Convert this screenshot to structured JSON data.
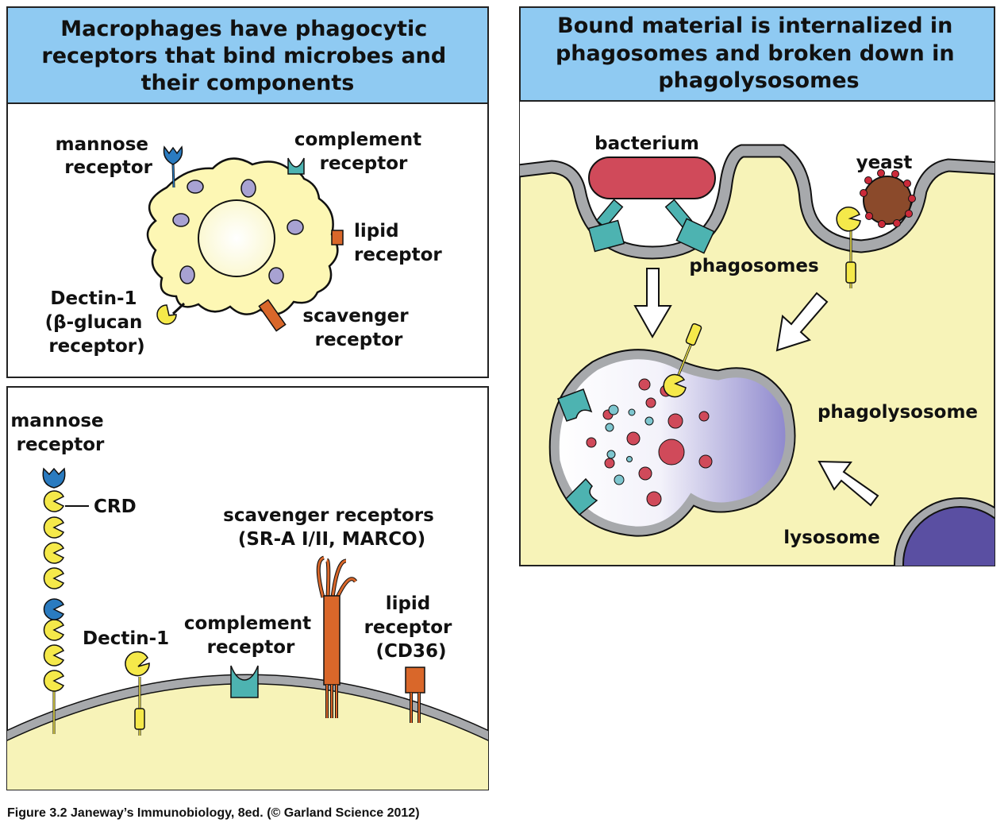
{
  "panel_a": {
    "title_lines": [
      "Macrophages have phagocytic",
      "receptors that bind microbes and",
      "their components"
    ],
    "labels": {
      "mannose_receptor": [
        "mannose",
        "receptor"
      ],
      "complement_receptor": [
        "complement",
        "receptor"
      ],
      "lipid_receptor": [
        "lipid",
        "receptor"
      ],
      "dectin1": [
        "Dectin-1",
        "(β-glucan",
        "receptor)"
      ],
      "scavenger_receptor": [
        "scavenger",
        "receptor"
      ]
    }
  },
  "panel_b": {
    "labels": {
      "mannose_receptor": [
        "mannose",
        "receptor"
      ],
      "crd": "CRD",
      "dectin1": "Dectin-1",
      "complement_receptor": [
        "complement",
        "receptor"
      ],
      "scavenger_receptors": [
        "scavenger receptors",
        "(SR-A I/II, MARCO)"
      ],
      "lipid_receptor": [
        "lipid",
        "receptor",
        "(CD36)"
      ]
    }
  },
  "panel_c": {
    "title_lines": [
      "Bound material is internalized in",
      "phagosomes and broken down in",
      "phagolysosomes"
    ],
    "labels": {
      "bacterium": "bacterium",
      "yeast": "yeast",
      "phagosomes": "phagosomes",
      "phagolysosome": "phagolysosome",
      "lysosome": "lysosome"
    }
  },
  "caption": "Figure 3.2  Janeway’s Immunobiology, 8ed. (© Garland Science 2012)",
  "colors": {
    "header_blue": "#8fcaf2",
    "cell_yellow": "#fdf7b4",
    "receptor_blue": "#2a7bc0",
    "receptor_teal": "#4db3b1",
    "receptor_orange": "#d9672a",
    "pale_yellow": "#f7f3b8",
    "membrane_gray": "#a7a9ac",
    "bacterium_red": "#d04a5a",
    "yeast_brown": "#8b4a2b",
    "lysosome_purple": "#5a4fa2"
  }
}
